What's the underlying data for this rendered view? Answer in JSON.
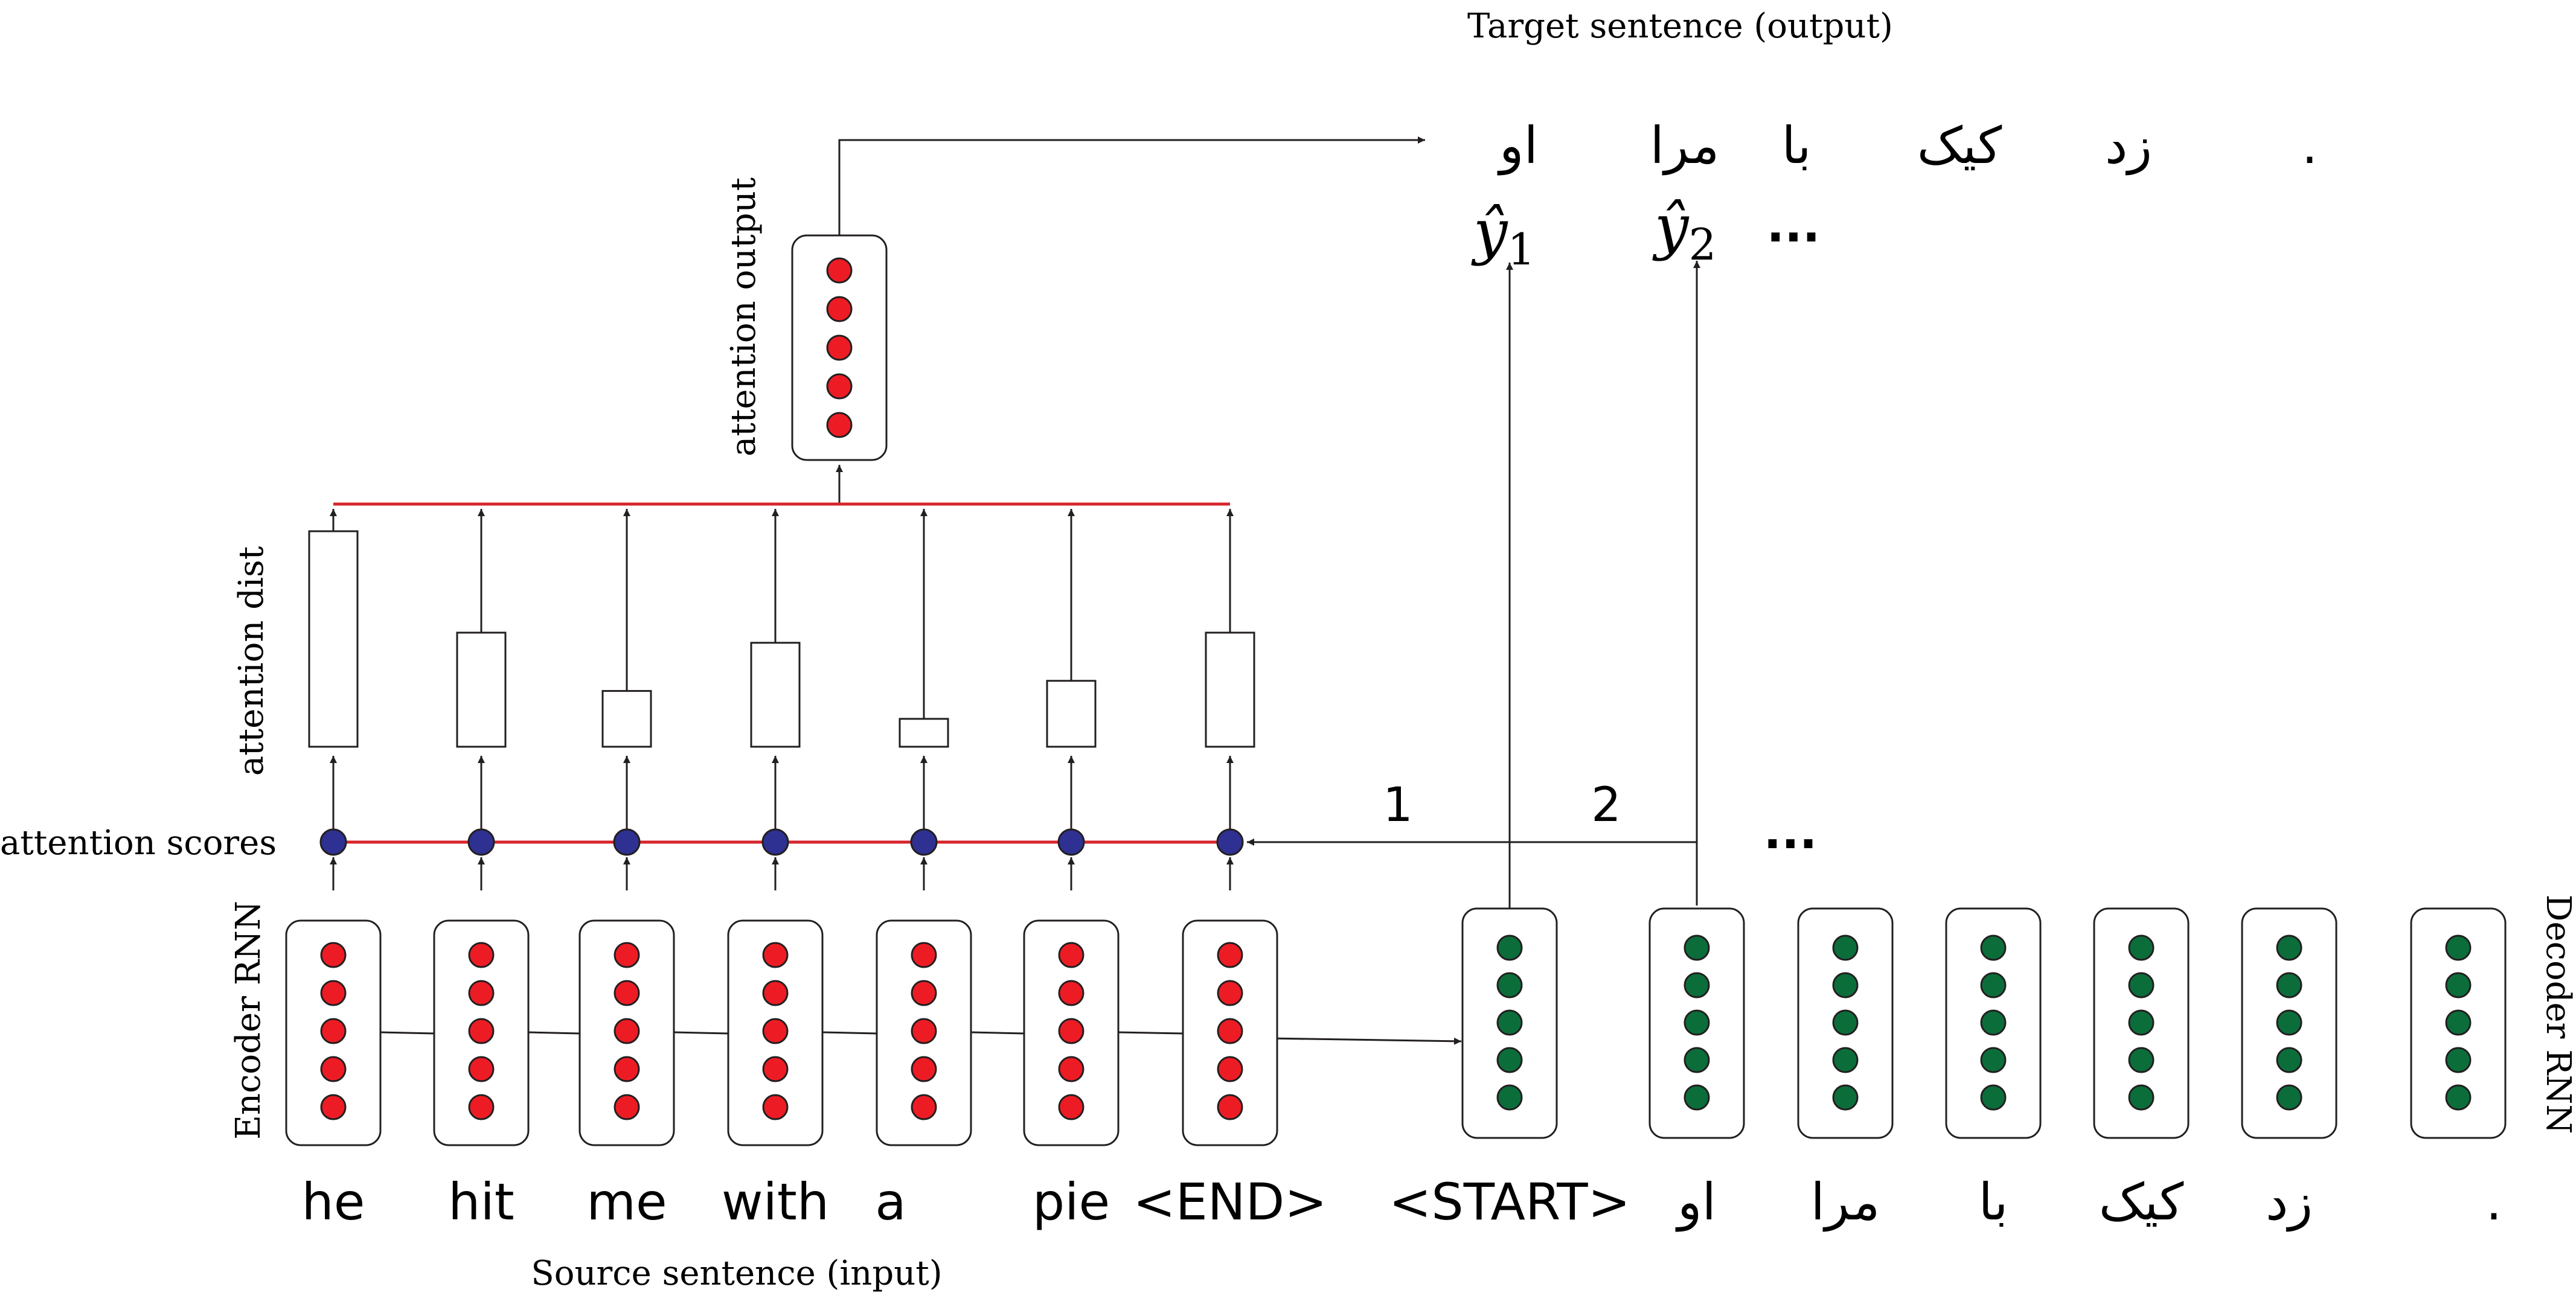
{
  "labels": {
    "target_sentence": "Target sentence (output)",
    "source_sentence": "Source sentence (input)",
    "attention_output": "attention output",
    "attention_dist": "attention dist",
    "attention_scores": "attention scores",
    "encoder_rnn": "Encoder RNN",
    "decoder_rnn": "Decoder RNN",
    "step_1": "1",
    "step_2": "2",
    "ellipsis": "...",
    "y_hat_1_base": "ŷ",
    "y_hat_1_sub": "1",
    "y_hat_2_base": "ŷ",
    "y_hat_2_sub": "2"
  },
  "source_tokens": [
    "he",
    "hit",
    "me",
    "with",
    "a",
    "pie",
    "<END>"
  ],
  "decoder_input_tokens": [
    "<START>",
    "او",
    "مرا",
    "با",
    "کیک",
    "زد",
    "."
  ],
  "output_tokens": [
    "او",
    "مرا",
    "با",
    "کیک",
    "زد",
    "."
  ],
  "attention_distribution": [
    0.85,
    0.45,
    0.22,
    0.41,
    0.11,
    0.26,
    0.45
  ],
  "colors": {
    "encoder_dot": "#ed1c24",
    "decoder_dot": "#0b6e3a",
    "score_dot": "#2e3192",
    "attention_line": "#d7262c",
    "stroke": "#231f20"
  }
}
